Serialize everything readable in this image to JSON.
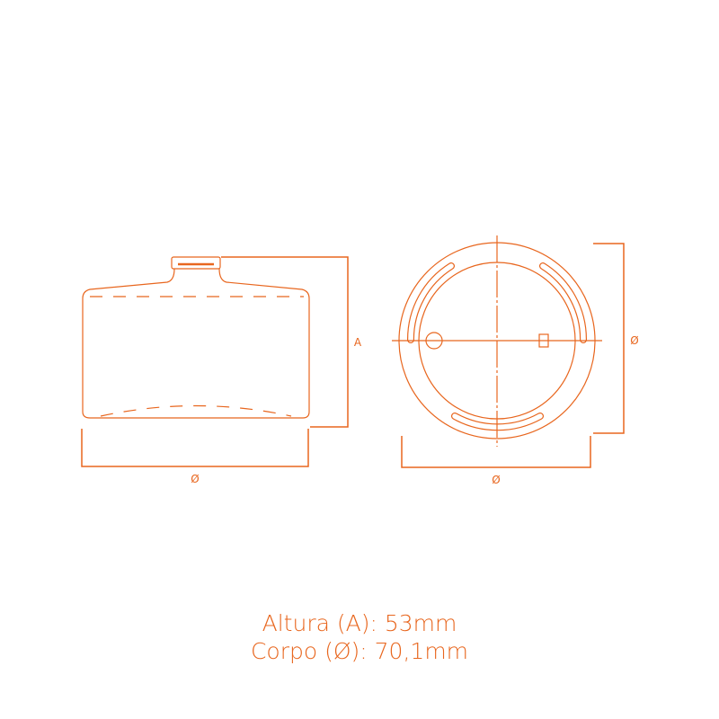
{
  "labels": {
    "height_label": "A",
    "side_diameter_label": "Ø",
    "top_diameter_h_label": "Ø",
    "top_diameter_v_label": "Ø"
  },
  "specs": {
    "height": "Altura (A): 53mm",
    "body": "Corpo (Ø): 70,1mm"
  },
  "colors": {
    "accent": "#e8661e"
  }
}
